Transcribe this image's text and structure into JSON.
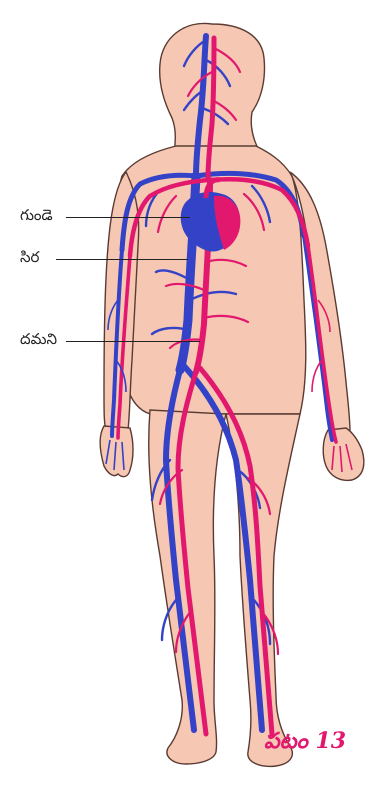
{
  "labels": {
    "heart": "గుండె",
    "vein": "సిర",
    "artery": "దమని"
  },
  "caption": "పటం 13",
  "colors": {
    "skin": "#f6c7b2",
    "skin_outline": "#5a3b33",
    "vein": "#3342c6",
    "artery": "#e2186f",
    "caption": "#e2186f"
  }
}
